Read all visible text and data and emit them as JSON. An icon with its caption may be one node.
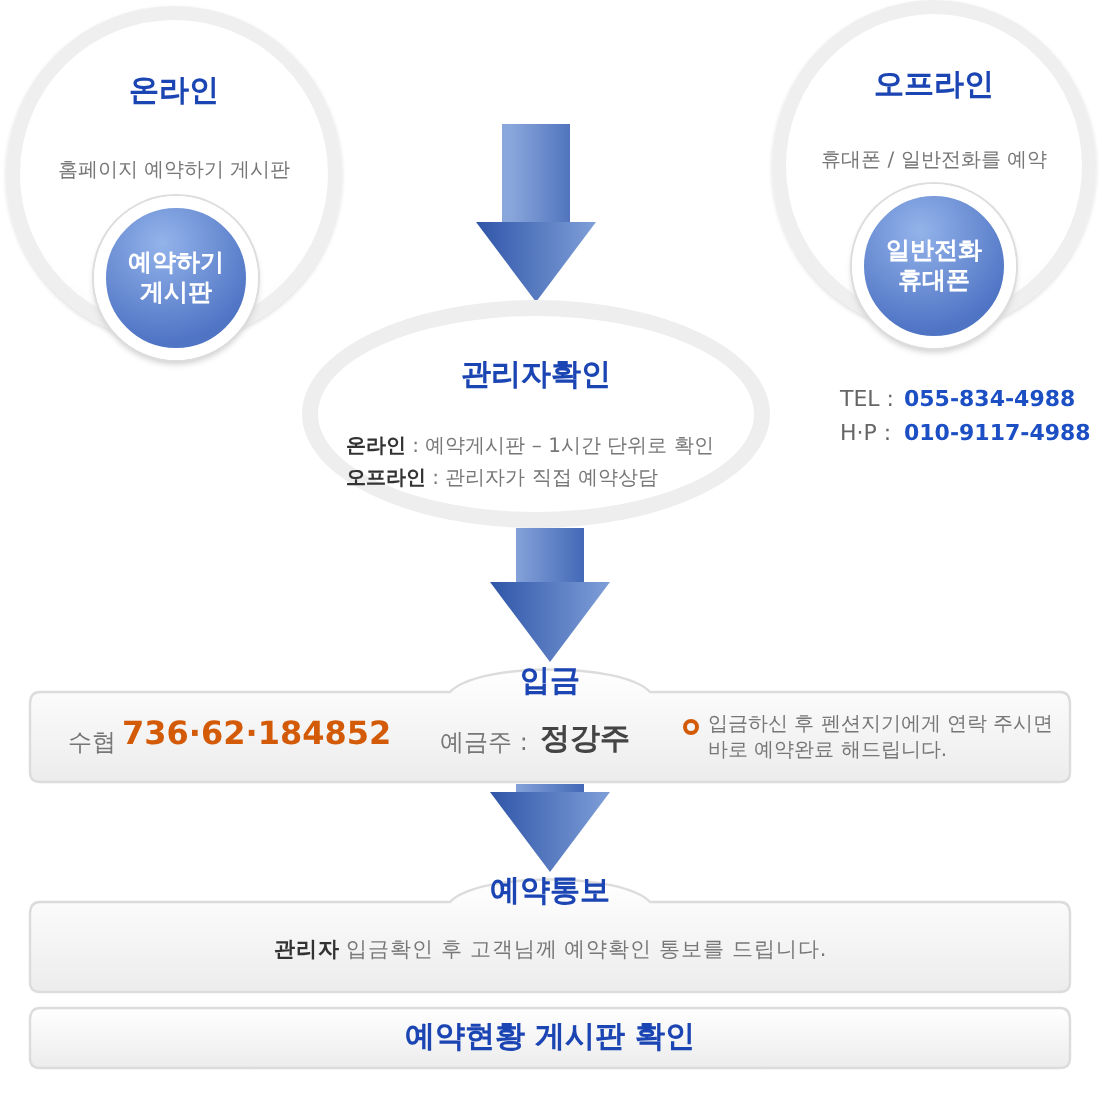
{
  "diagram": {
    "nodes": [
      {
        "text": [
          "온라인",
          "홈페이지 예약하기 게시판"
        ]
      },
      {
        "text": [
          "예약하기 게시판"
        ],
        "in": 0
      },
      {
        "text": [
          "오프라인",
          "휴대폰 / 일반전화를 예약"
        ]
      },
      {
        "text": [
          "일반전화 휴대폰"
        ],
        "in": 2
      },
      {
        "text": [
          "관리자확인",
          "**온라인** : 예약게시판 – 1시간 단위로 확인",
          "**오프라인** : 관리자가 직접 예약상담"
        ]
      },
      {
        "text": [
          "입금",
          "수협",
          "736·62·184852",
          "예금주 :",
          "정강주",
          "입금하신 후 펜션지기에게 연락 주시면 바로 예약완료 해드립니다."
        ]
      },
      {
        "text": [
          "예약통보",
          "**관리자** 입금확인 후 고객님께 예약확인 통보를 드립니다."
        ]
      },
      {
        "text": [
          "예약현황 게시판 확인"
        ]
      }
    ],
    "edges": [
      {
        "from": null,
        "to": 4,
        "arrow": "to"
      },
      {
        "from": 4,
        "to": 5,
        "arrow": "to"
      },
      {
        "from": 5,
        "to": 6,
        "arrow": "to"
      }
    ],
    "labels": [
      "TEL :",
      "055-834-4988",
      "H·P :",
      "010-9117-4988"
    ]
  }
}
